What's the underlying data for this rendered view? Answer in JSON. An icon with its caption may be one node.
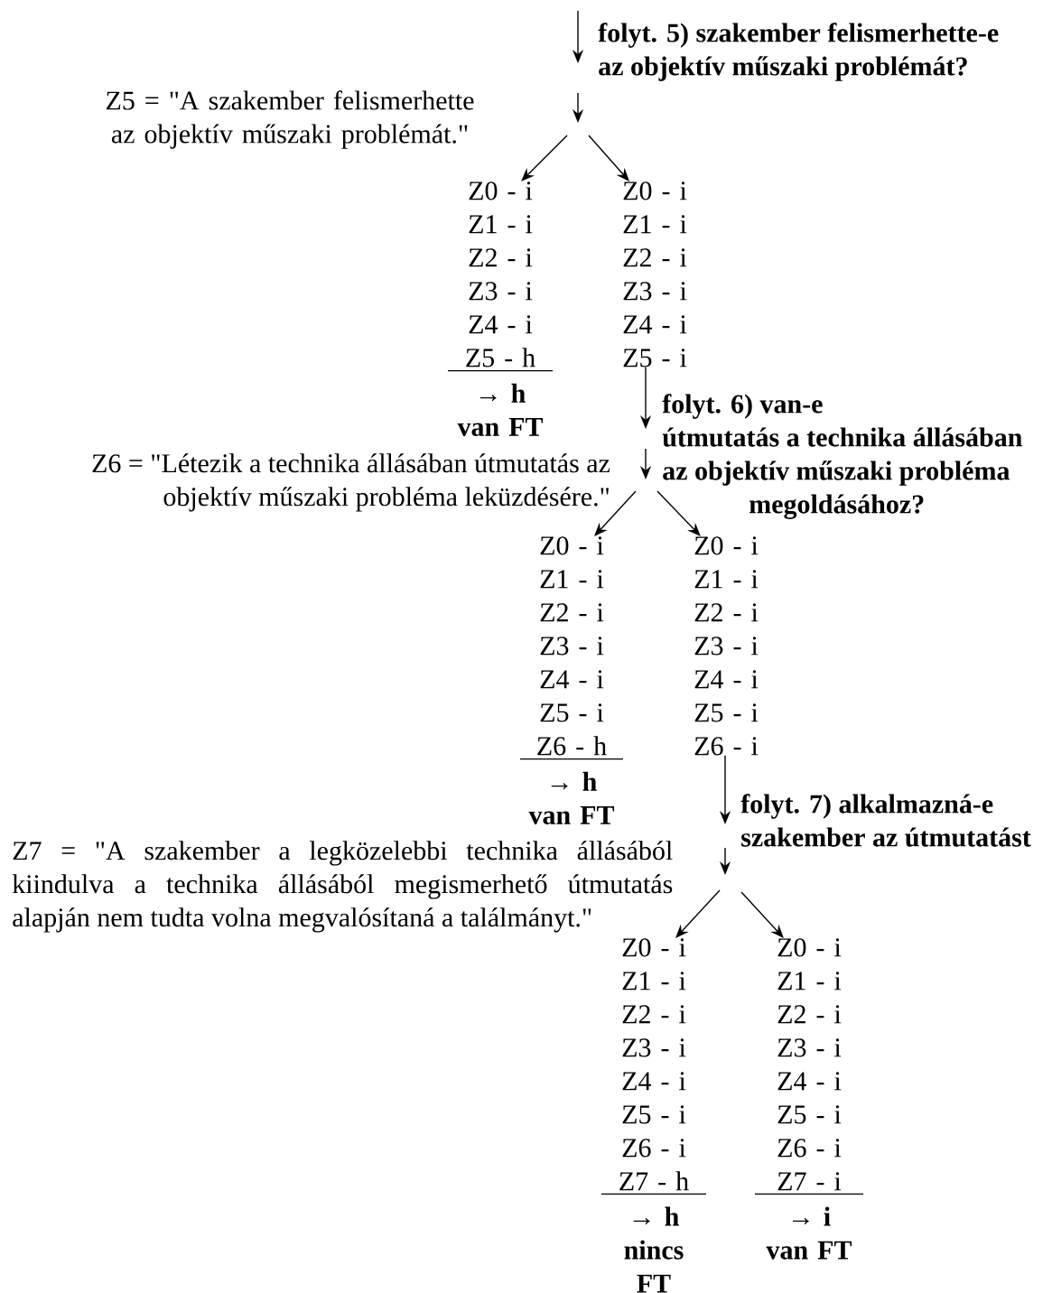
{
  "diagram": {
    "nodes": [
      {
        "text": [
          "folyt. 5) szakember felismerhette-e az objektív műszaki problémát?"
        ]
      },
      {
        "text": [
          "Z0 - i",
          "Z1 - i",
          "Z2 - i",
          "Z3 - i",
          "Z4 - i",
          "Z5 - h"
        ],
        "beside": [
          "→ h",
          "van FT"
        ]
      },
      {
        "text": [
          "Z0 - i",
          "Z1 - i",
          "Z2 - i",
          "Z3 - i",
          "Z4 - i",
          "Z5 - i"
        ]
      },
      {
        "text": [
          "folyt. 6) van-e útmutatás  a technika állásában az objektív műszaki probléma megoldásához?"
        ]
      },
      {
        "text": [
          "Z0 - i",
          "Z1 - i",
          "Z2 - i",
          "Z3 - i",
          "Z4 - i",
          "Z5 - i",
          "Z6 - h"
        ],
        "beside": [
          "→ h",
          "van FT"
        ]
      },
      {
        "text": [
          "Z0 - i",
          "Z1 - i",
          "Z2 - i",
          "Z3 - i",
          "Z4 - i",
          "Z5 - i",
          "Z6 - i"
        ]
      },
      {
        "text": [
          "folyt. 7) alkalmazná-e szakember az útmutatást"
        ]
      },
      {
        "text": [
          "Z0 - i",
          "Z1 - i",
          "Z2 - i",
          "Z3 - i",
          "Z4 - i",
          "Z5 - i",
          "Z6 - i",
          "Z7 - h"
        ],
        "beside": [
          "→ h",
          "nincs FT"
        ]
      },
      {
        "text": [
          "Z0 - i",
          "Z1 - i",
          "Z2 - i",
          "Z3 - i",
          "Z4 - i",
          "Z5 - i",
          "Z6 - i",
          "Z7 - i"
        ],
        "beside": [
          "→ i",
          "van FT"
        ]
      }
    ],
    "edges": [
      {
        "from": null,
        "to": 0,
        "arrow": "to"
      },
      {
        "from": 0,
        "to": null,
        "arrow": "to"
      },
      {
        "from": null,
        "to": 1,
        "arrow": "to"
      },
      {
        "from": null,
        "to": 2,
        "arrow": "to"
      },
      {
        "from": 2,
        "to": 3,
        "arrow": "to"
      },
      {
        "from": null,
        "to": 3,
        "arrow": "to"
      },
      {
        "from": 3,
        "to": 4,
        "arrow": "to"
      },
      {
        "from": 3,
        "to": 5,
        "arrow": "to"
      },
      {
        "from": 5,
        "to": 6,
        "arrow": "to"
      },
      {
        "from": 6,
        "to": null,
        "arrow": "to"
      },
      {
        "from": 6,
        "to": 7,
        "arrow": "to"
      },
      {
        "from": 6,
        "to": 8,
        "arrow": "to"
      }
    ],
    "labels": [
      "Z5 = \"A szakember felismerhette az objektív műszaki problémát.\"",
      "Z6 = \"Létezik a technika állásában útmutatás az objektív műszaki probléma leküzdésére.\"",
      "Z7 = \"A szakember a legközelebbi technika állásából kiindulva a technika állásából megismerhető útmutatás alapján nem tudta volna megvalósítaná a találmányt.\""
    ]
  }
}
